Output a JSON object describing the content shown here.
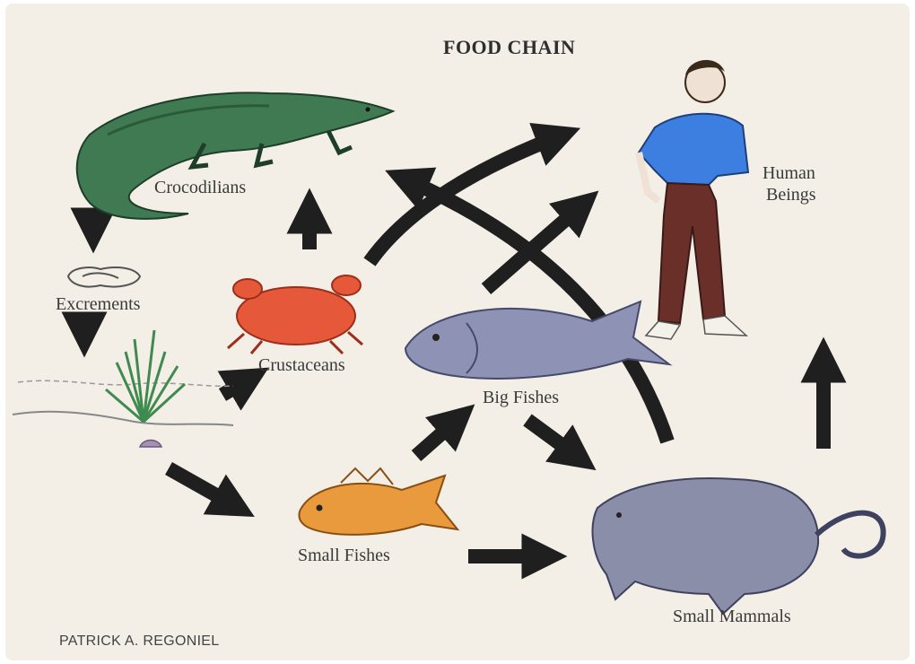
{
  "title": "FOOD CHAIN",
  "credit": "PATRICK A. REGONIEL",
  "nodes": {
    "crocodilians": "Crocodilians",
    "excrements": "Excrements",
    "crustaceans": "Crustaceans",
    "big_fishes": "Big Fishes",
    "small_fishes": "Small Fishes",
    "small_mammals": "Small Mammals",
    "human_beings_line1": "Human",
    "human_beings_line2": "Beings"
  },
  "colors": {
    "paper": "#f3eee6",
    "arrow": "#1f1f1f",
    "crocodile": "#3f7a52",
    "crustacean": "#e5583a",
    "fish_big": "#8e93b5",
    "fish_small": "#e89a3c",
    "mammal": "#8a8ea8",
    "shirt": "#3d7fe0",
    "trousers": "#6b2f2a",
    "plant": "#3f8a4e"
  },
  "links": [
    {
      "from": "Crocodilians",
      "to": "Excrements"
    },
    {
      "from": "Excrements",
      "to": "plant"
    },
    {
      "from": "plant",
      "to": "Crustaceans"
    },
    {
      "from": "plant",
      "to": "Small Fishes"
    },
    {
      "from": "Crustaceans",
      "to": "Crocodilians"
    },
    {
      "from": "Crustaceans",
      "to": "Human Beings"
    },
    {
      "from": "Small Fishes",
      "to": "Big Fishes"
    },
    {
      "from": "Small Fishes",
      "to": "Small Mammals"
    },
    {
      "from": "Big Fishes",
      "to": "Small Mammals"
    },
    {
      "from": "Big Fishes",
      "to": "Human Beings"
    },
    {
      "from": "Small Mammals",
      "to": "Crocodilians"
    },
    {
      "from": "Small Mammals",
      "to": "Human Beings"
    }
  ]
}
